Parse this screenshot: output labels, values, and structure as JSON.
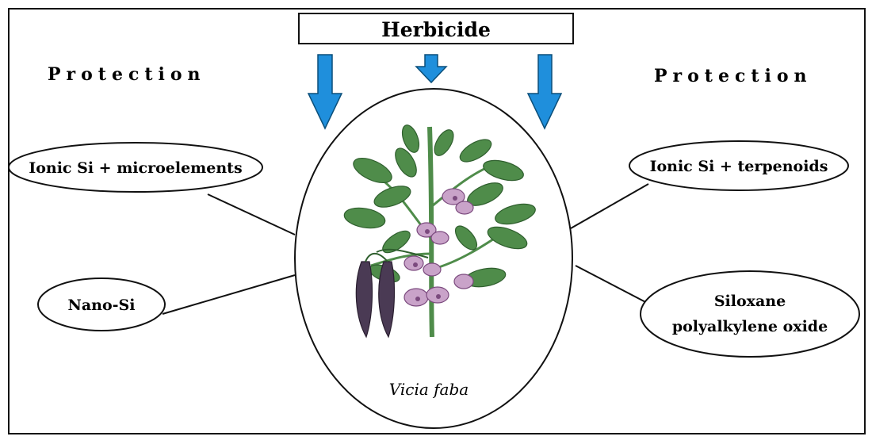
{
  "herbicide_label": "Herbicide",
  "protection_left": "Protection",
  "protection_right": "Protection",
  "left_nodes": {
    "ionic_si_micro": "Ionic Si + microelements",
    "nano_si": "Nano-Si"
  },
  "right_nodes": {
    "ionic_si_terp": "Ionic Si + terpenoids",
    "siloxane_line1": "Siloxane",
    "siloxane_line2": "polyalkylene oxide"
  },
  "plant_label": "Vicia faba",
  "colors": {
    "arrow_fill": "#1f8fdc",
    "arrow_stroke": "#0b4f7a",
    "leaf": "#4f8c4a",
    "leaf_dark": "#2f5f2e",
    "flower": "#c9a3c9",
    "flower_dark": "#7b4a7e",
    "pod": "#4a3a54"
  }
}
